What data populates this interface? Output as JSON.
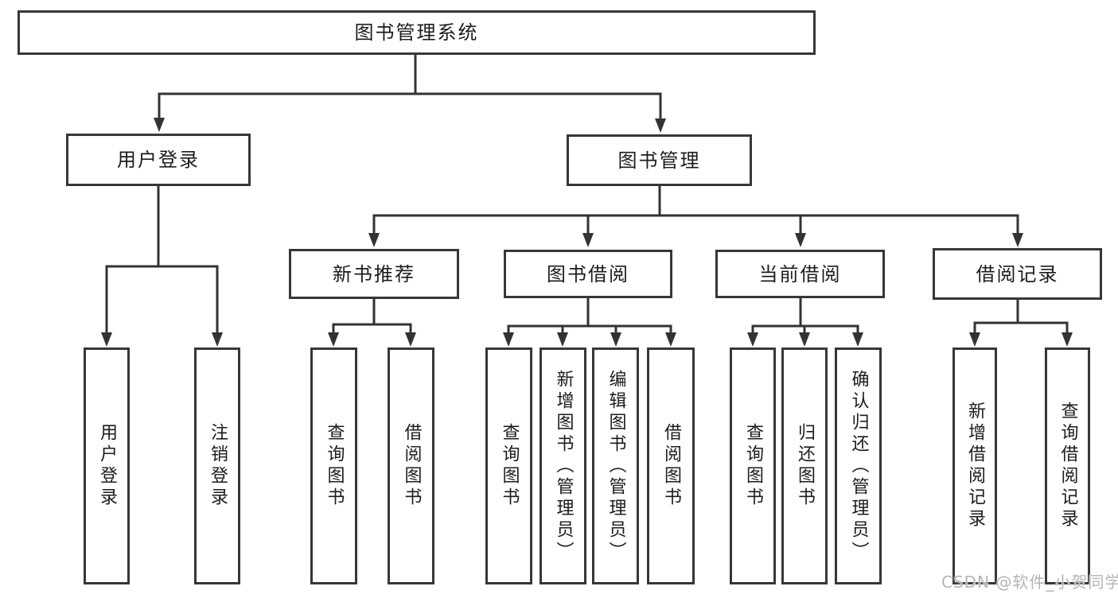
{
  "diagram_title": "图书管理系统",
  "nodes": {
    "root": {
      "label": "图书管理系统"
    },
    "user_login": {
      "label": "用户登录"
    },
    "book_mgmt": {
      "label": "图书管理"
    },
    "new_book_rec": {
      "label": "新书推荐"
    },
    "book_borrow": {
      "label": "图书借阅"
    },
    "current_borrow": {
      "label": "当前借阅"
    },
    "borrow_records": {
      "label": "借阅记录"
    },
    "leaf_user_login": {
      "label": "用户登录"
    },
    "leaf_logout": {
      "label": "注销登录"
    },
    "leaf_query_book_1": {
      "label": "查询图书"
    },
    "leaf_borrow_book_1": {
      "label": "借阅图书"
    },
    "leaf_query_book_2": {
      "label": "查询图书"
    },
    "leaf_add_book": {
      "label": "新增图书（管理员）"
    },
    "leaf_edit_book": {
      "label": "编辑图书（管理员）"
    },
    "leaf_borrow_book_2": {
      "label": "借阅图书"
    },
    "leaf_query_book_3": {
      "label": "查询图书"
    },
    "leaf_return_book": {
      "label": "归还图书"
    },
    "leaf_confirm_return": {
      "label": "确认归还（管理员）"
    },
    "leaf_add_record": {
      "label": "新增借阅记录"
    },
    "leaf_query_record": {
      "label": "查询借阅记录"
    }
  },
  "watermark": {
    "text": "CSDN @软件_小贺同学"
  },
  "colors": {
    "line": "#333333",
    "border": "#373737",
    "text": "#1c1c1c",
    "watermark": "#b5b5b5",
    "background": "#ffffff"
  }
}
